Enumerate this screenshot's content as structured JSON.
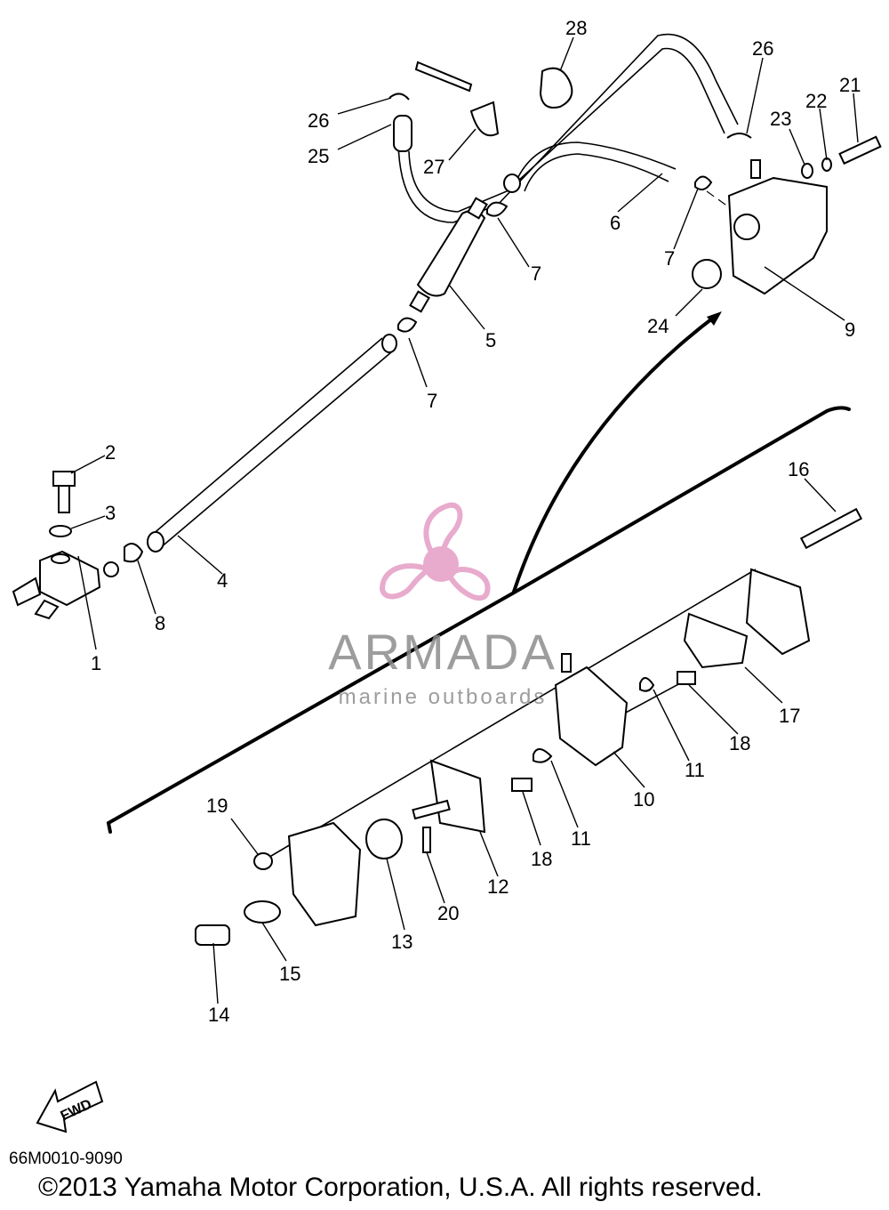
{
  "callouts": [
    {
      "id": "c1",
      "text": "1"
    },
    {
      "id": "c2",
      "text": "2"
    },
    {
      "id": "c3",
      "text": "3"
    },
    {
      "id": "c4",
      "text": "4"
    },
    {
      "id": "c5",
      "text": "5"
    },
    {
      "id": "c6",
      "text": "6"
    },
    {
      "id": "c7a",
      "text": "7"
    },
    {
      "id": "c7b",
      "text": "7"
    },
    {
      "id": "c7c",
      "text": "7"
    },
    {
      "id": "c8",
      "text": "8"
    },
    {
      "id": "c9",
      "text": "9"
    },
    {
      "id": "c10",
      "text": "10"
    },
    {
      "id": "c11a",
      "text": "11"
    },
    {
      "id": "c11b",
      "text": "11"
    },
    {
      "id": "c12",
      "text": "12"
    },
    {
      "id": "c13",
      "text": "13"
    },
    {
      "id": "c14",
      "text": "14"
    },
    {
      "id": "c15",
      "text": "15"
    },
    {
      "id": "c16",
      "text": "16"
    },
    {
      "id": "c17",
      "text": "17"
    },
    {
      "id": "c18a",
      "text": "18"
    },
    {
      "id": "c18b",
      "text": "18"
    },
    {
      "id": "c19",
      "text": "19"
    },
    {
      "id": "c20",
      "text": "20"
    },
    {
      "id": "c21",
      "text": "21"
    },
    {
      "id": "c22",
      "text": "22"
    },
    {
      "id": "c23",
      "text": "23"
    },
    {
      "id": "c24",
      "text": "24"
    },
    {
      "id": "c25",
      "text": "25"
    },
    {
      "id": "c26a",
      "text": "26"
    },
    {
      "id": "c26b",
      "text": "26"
    },
    {
      "id": "c27",
      "text": "27"
    },
    {
      "id": "c28",
      "text": "28"
    }
  ],
  "fwd_label": "FWD",
  "diagram_code": "66M0010-9090",
  "copyright": "©2013 Yamaha Motor Corporation, U.S.A. All rights reserved.",
  "watermark": {
    "name": "ARMADA",
    "tagline": "marine outboards",
    "logo_color": "#e6a3c8",
    "text_color": "#8c8c8c"
  }
}
